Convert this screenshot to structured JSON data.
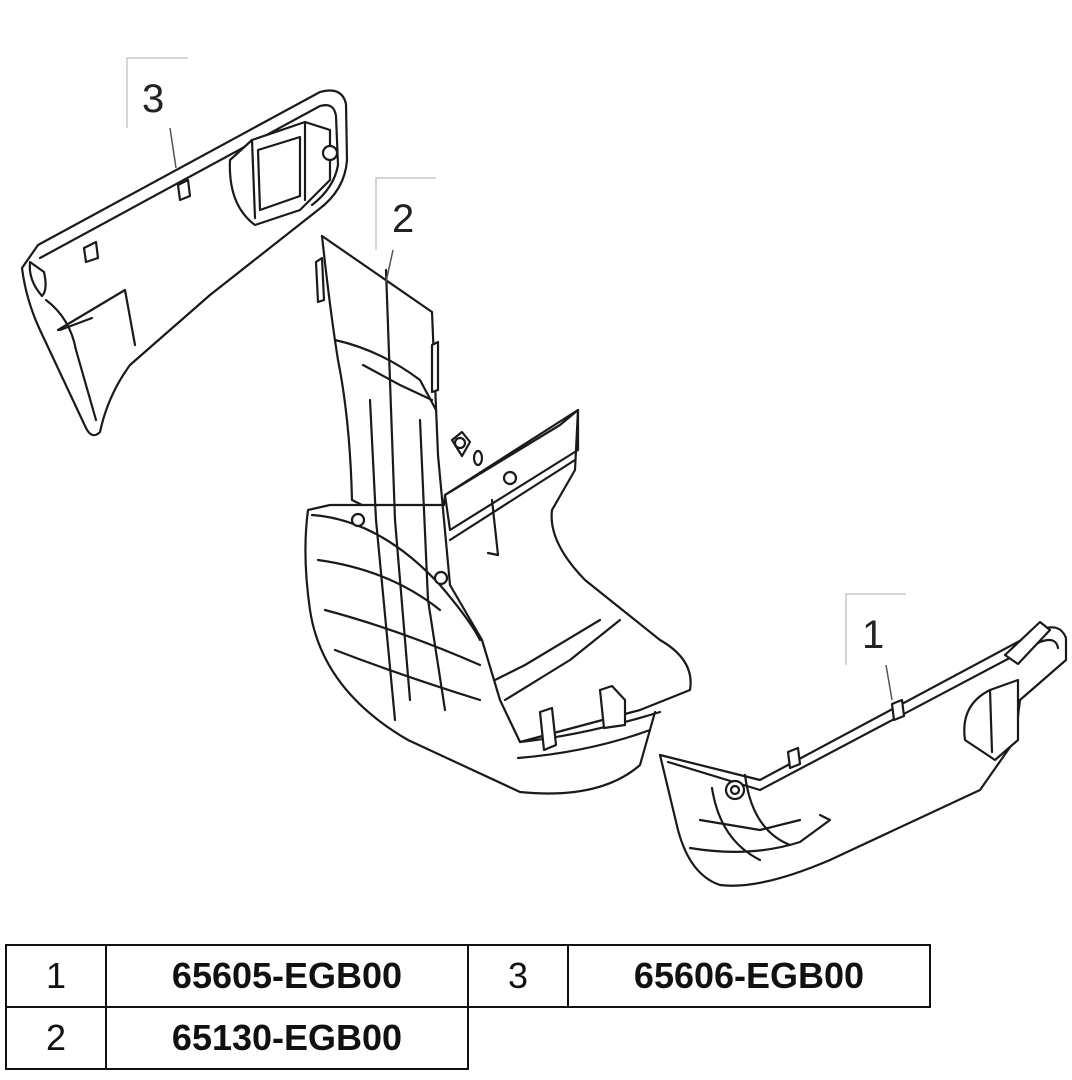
{
  "callouts": [
    {
      "number": "1"
    },
    {
      "number": "2"
    },
    {
      "number": "3"
    }
  ],
  "parts_table": {
    "row1": {
      "idx_a": "1",
      "pn_a": "65605-EGB00",
      "idx_b": "3",
      "pn_b": "65606-EGB00"
    },
    "row2": {
      "idx_a": "2",
      "pn_a": "65130-EGB00"
    }
  }
}
